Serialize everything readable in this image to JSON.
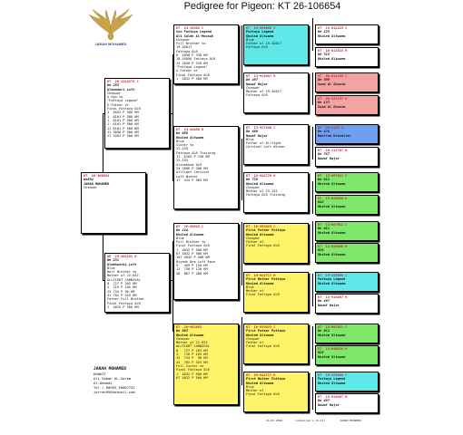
{
  "title": "Pedigree for Pigeon: KT  26-106654",
  "logo_text": "JARAH MOHAMED",
  "owner": {
    "name": "JARAH MOHAMED",
    "country": "KUWAIT",
    "address": "Ali Sabah AL-Salem",
    "city": "Al-Ahmadi",
    "phone": "Tel  / 00965_50007752",
    "email": "jarrah99@hotmail.com"
  },
  "footer": "19-03-2026        Compuclub ® [6.41]         JARAH MOHAMED",
  "boxes": [
    {
      "id": "subject",
      "color": "#ffffff",
      "lines": [
        {
          "t": "KT  26-106654",
          "c": "ring"
        },
        {
          "t": "De034",
          "c": "nm"
        },
        {
          "t": "JARAH MOHAMED",
          "c": "cap"
        },
        {
          "t": "Chequer"
        }
      ]
    },
    {
      "id": "sire",
      "color": "#ffffff",
      "lines": [
        {
          "t": "KT  20-1324373 C",
          "c": "ring"
        },
        {
          "t": "De 255",
          "c": "nm"
        },
        {
          "t": "Alkandari Loft",
          "c": "cap"
        },
        {
          "t": "Chequer"
        },
        {
          "t": "G.Son to"
        },
        {
          "t": "\"Fattaya Legend\""
        },
        {
          "t": "G.Father of"
        },
        {
          "t": "Final Fattaya OLR"
        },
        {
          "t": "1  4032 P 500 KM"
        },
        {
          "t": "1  6101 P 500 KM"
        },
        {
          "t": "1  6101 P 500 KM"
        },
        {
          "t": "1  6101 P 500 KM"
        },
        {
          "t": "11 6101 P 500 KM"
        },
        {
          "t": "11 5856 P 500 KM"
        },
        {
          "t": "27 5201 P 500 KM"
        }
      ]
    },
    {
      "id": "dam",
      "color": "#ffffff",
      "lines": [
        {
          "t": "AE  25-102231 H",
          "c": "ring"
        },
        {
          "t": "De 231",
          "c": "nm"
        },
        {
          "t": "Almehairbi Loft",
          "c": "cap"
        },
        {
          "t": "Blue"
        },
        {
          "t": "Half Brother to"
        },
        {
          "t": "Mother of 22-032"
        },
        {
          "t": "ALLFIGHT CARNIVAL"
        },
        {
          "t": "8  727 P 203 KM"
        },
        {
          "t": "3  716 P 105 KM"
        },
        {
          "t": "25 734 P 90 KM"
        },
        {
          "t": "41 702 P 325 KM"
        },
        {
          "t": "Father Full Brother"
        },
        {
          "t": "Final Fattaya OLR"
        },
        {
          "t": "1  4032 P 500 KM"
        }
      ]
    },
    {
      "id": "ss",
      "color": "#ffffff",
      "lines": [
        {
          "t": "KT  24-19303 C",
          "c": "ring"
        },
        {
          "t": "Son Fattaya Legend",
          "c": "cap"
        },
        {
          "t": "Ali Saleh Al-Mousah",
          "c": "cap"
        },
        {
          "t": "Chequer"
        },
        {
          "t": "Full Brother to"
        },
        {
          "t": "19-45017"
        },
        {
          "t": "Fattaya OLR"
        },
        {
          "t": "6  2050 P 330 KM"
        },
        {
          "t": "18-45056 Fattaya OLR"
        },
        {
          "t": "24 2050 P 220 KM"
        },
        {
          "t": "\"Fattaya Legend\""
        },
        {
          "t": "G.Father of"
        },
        {
          "t": "Final Fattaya OLR"
        },
        {
          "t": "1  4032 P 500 KM"
        }
      ]
    },
    {
      "id": "sd",
      "color": "#ffffff",
      "lines": [
        {
          "t": "KT  24-44056 H",
          "c": "ring"
        },
        {
          "t": "De 058",
          "c": "nm"
        },
        {
          "t": "Khaled Altwaem",
          "c": "cap"
        },
        {
          "t": "Blue"
        },
        {
          "t": "Sister to"
        },
        {
          "t": "22-155"
        },
        {
          "t": "Fattaya OLR Training"
        },
        {
          "t": "12  6163 P 150 KM"
        },
        {
          "t": "23-155"
        },
        {
          "t": "Alshahhed OLR"
        },
        {
          "t": "24 2096 P 200 KM"
        },
        {
          "t": "Allfight Carnival"
        },
        {
          "t": "Loft Winner"
        },
        {
          "t": "17  434 P 505 KM"
        }
      ]
    },
    {
      "id": "ds",
      "color": "#ffffff",
      "lines": [
        {
          "t": "KT  20-44825 C",
          "c": "ring"
        },
        {
          "t": "De 244",
          "c": "nm"
        },
        {
          "t": "Khaled Altwaem",
          "c": "cap"
        },
        {
          "t": "Blue"
        },
        {
          "t": "Full Brother to"
        },
        {
          "t": "Final Fattaya OLR"
        },
        {
          "t": "1  4032 P 500 KM"
        },
        {
          "t": "67 4032 P 500 KM"
        },
        {
          "t": "197 4032 P 500 KM"
        },
        {
          "t": "Riyadh One Loft Race"
        },
        {
          "t": "9   405 P 150 KM"
        },
        {
          "t": "11  730 P 120 KM"
        },
        {
          "t": "58  867 P 280 KM"
        }
      ]
    },
    {
      "id": "dd",
      "color": "#fff36a",
      "lines": [
        {
          "t": "KT  20-962883",
          "c": "ring"
        },
        {
          "t": "De 083",
          "c": "nm"
        },
        {
          "t": "Khaled Altwaem",
          "c": "cap"
        },
        {
          "t": "Chequer"
        },
        {
          "t": "Mother of 22-032"
        },
        {
          "t": "ALLFIGHT CARNIVAL"
        },
        {
          "t": "8   727 P 203 KM"
        },
        {
          "t": "3   716 P 105 KM"
        },
        {
          "t": "25  734 P  90 KM"
        },
        {
          "t": "41  702 P 325 KM"
        },
        {
          "t": "Full Sister to"
        },
        {
          "t": "Final Fattaya OLR"
        },
        {
          "t": "1  4032 P 500 KM"
        },
        {
          "t": "67 4032 P 500 KM"
        }
      ]
    },
    {
      "id": "g1",
      "color": "#5ee8e8",
      "lines": [
        {
          "t": "KT  19-996060 C",
          "c": "ring"
        },
        {
          "t": "Fattaya Legend",
          "c": "cap"
        },
        {
          "t": "Khaled Altwaem",
          "c": "cap"
        },
        {
          "t": "Blue"
        },
        {
          "t": "Father of 19-45017"
        },
        {
          "t": "Fattaya OLR"
        }
      ]
    },
    {
      "id": "g2",
      "color": "#ffffff",
      "lines": [
        {
          "t": "KT  13-919497 H",
          "c": "ring"
        },
        {
          "t": "De 497",
          "c": "nm"
        },
        {
          "t": "Nawaf Hajar",
          "c": "cap"
        },
        {
          "t": "Chequer"
        },
        {
          "t": "Mother of 19-45017"
        },
        {
          "t": "Fattaya OLR"
        }
      ]
    },
    {
      "id": "g3",
      "color": "#ffffff",
      "lines": [
        {
          "t": "KT  13-917040 C",
          "c": "ring"
        },
        {
          "t": "De 460",
          "c": "nm"
        },
        {
          "t": "Nawaf Hajar",
          "c": "cap"
        },
        {
          "t": "Blue"
        },
        {
          "t": "Father of Allfight"
        },
        {
          "t": "Carnival Loft Winner"
        }
      ]
    },
    {
      "id": "g4",
      "color": "#ffffff",
      "lines": [
        {
          "t": "KT  19-942729 H",
          "c": "ring"
        },
        {
          "t": "De 729",
          "c": "nm"
        },
        {
          "t": "Khaled Altwaem",
          "c": "cap"
        },
        {
          "t": "Chequer"
        },
        {
          "t": "Mother of 23-155"
        },
        {
          "t": "Fattaya OLR Training"
        }
      ]
    },
    {
      "id": "g5",
      "color": "#fff36a",
      "lines": [
        {
          "t": "KT  18-959925 C",
          "c": "ring"
        },
        {
          "t": "First Father Fattaya",
          "c": "cap"
        },
        {
          "t": "Khaled Altwaem",
          "c": "cap"
        },
        {
          "t": "Chequer"
        },
        {
          "t": "Father of"
        },
        {
          "t": "Final Fattaya OLR"
        }
      ]
    },
    {
      "id": "g6",
      "color": "#fff36a",
      "lines": [
        {
          "t": "KT  19-942717 H",
          "c": "ring"
        },
        {
          "t": "First Mother Fattaya",
          "c": "cap"
        },
        {
          "t": "Khaled Altwaem",
          "c": "cap"
        },
        {
          "t": "Blue"
        },
        {
          "t": "Mother of"
        },
        {
          "t": "Final Fattaya OLR"
        }
      ]
    },
    {
      "id": "g7",
      "color": "#fff36a",
      "lines": [
        {
          "t": "KT  18-959925 C",
          "c": "ring"
        },
        {
          "t": "First Father Fattaya",
          "c": "cap"
        },
        {
          "t": "Khaled Altwaem",
          "c": "cap"
        },
        {
          "t": "Chequer"
        },
        {
          "t": "Father of"
        },
        {
          "t": "Final Fattaya OLR"
        }
      ]
    },
    {
      "id": "g8",
      "color": "#fff36a",
      "lines": [
        {
          "t": "KT  19-942717 H",
          "c": "ring"
        },
        {
          "t": "First Mother Fattaya",
          "c": "cap"
        },
        {
          "t": "Khaled Altwaem",
          "c": "cap"
        },
        {
          "t": "Blue"
        },
        {
          "t": "Mother of"
        },
        {
          "t": "Final Fattaya OLR"
        }
      ]
    },
    {
      "id": "h1",
      "color": "#ffffff",
      "lines": [
        {
          "t": "KT  15-612225 C",
          "c": "ring"
        },
        {
          "t": "De 225",
          "c": "nm"
        },
        {
          "t": "Khaled Altwaem",
          "c": "cap"
        }
      ]
    },
    {
      "id": "h2",
      "color": "#ffffff",
      "lines": [
        {
          "t": "KT  16-613315 H",
          "c": "ring"
        },
        {
          "t": "De 315",
          "c": "nm"
        },
        {
          "t": "Khaled Altwaem",
          "c": "cap"
        }
      ]
    },
    {
      "id": "h3",
      "color": "#f4a3a3",
      "lines": [
        {
          "t": "KT  08-011399 C",
          "c": "ring"
        },
        {
          "t": "De 399",
          "c": "nm"
        },
        {
          "t": "Saad Al Ghanim",
          "c": "cap"
        }
      ]
    },
    {
      "id": "h4",
      "color": "#f4a3a3",
      "lines": [
        {
          "t": "KT  09-537137 H",
          "c": "ring"
        },
        {
          "t": "De 137",
          "c": "nm"
        },
        {
          "t": "Saad Al Ghanim",
          "c": "cap"
        }
      ]
    },
    {
      "id": "h5",
      "color": "#6f9ff0",
      "lines": [
        {
          "t": "DV  09-1124 C",
          "c": "ring"
        },
        {
          "t": "De 124",
          "c": "nm"
        },
        {
          "t": "Manfred Drechsler",
          "c": "cap"
        }
      ]
    },
    {
      "id": "h6",
      "color": "#ffffff",
      "lines": [
        {
          "t": "KT  10-112787 H",
          "c": "ring"
        },
        {
          "t": "De 787",
          "c": "nm"
        },
        {
          "t": "Nawaf Hajar",
          "c": "cap"
        }
      ]
    },
    {
      "id": "h7",
      "color": "#7de86a",
      "lines": [
        {
          "t": "KT  13-607611 C",
          "c": "ring"
        },
        {
          "t": "De 611",
          "c": "nm"
        },
        {
          "t": "Khaled Altwaem",
          "c": "cap"
        }
      ]
    },
    {
      "id": "h8",
      "color": "#7de86a",
      "lines": [
        {
          "t": "KT  13-646026 H",
          "c": "ring"
        },
        {
          "t": "026",
          "c": "nm"
        },
        {
          "t": "Khaled Altwaem",
          "c": "cap"
        }
      ]
    },
    {
      "id": "h9",
      "color": "#7de86a",
      "lines": [
        {
          "t": "KT  13-607611 C",
          "c": "ring"
        },
        {
          "t": "De 611",
          "c": "nm"
        },
        {
          "t": "Khaled Altwaem",
          "c": "cap"
        }
      ]
    },
    {
      "id": "h10",
      "color": "#7de86a",
      "lines": [
        {
          "t": "KT  13-646026 H",
          "c": "ring"
        },
        {
          "t": "026",
          "c": "nm"
        },
        {
          "t": "Khaled Altwaem",
          "c": "cap"
        }
      ]
    },
    {
      "id": "h11",
      "color": "#5ee8e8",
      "lines": [
        {
          "t": "KT  19-255860 C",
          "c": "ring"
        },
        {
          "t": "Fattaya Legend",
          "c": "cap"
        },
        {
          "t": "Khaled Altwaem",
          "c": "cap"
        }
      ]
    },
    {
      "id": "h12",
      "color": "#ffffff",
      "lines": [
        {
          "t": "KT  13-919497 H",
          "c": "ring"
        },
        {
          "t": "De 497",
          "c": "nm"
        },
        {
          "t": "Nawaf Hajar",
          "c": "cap"
        }
      ]
    },
    {
      "id": "h13",
      "color": "#7de86a",
      "lines": [
        {
          "t": "KT  13-607611 C",
          "c": "ring"
        },
        {
          "t": "De 611",
          "c": "nm"
        },
        {
          "t": "Khaled Altwaem",
          "c": "cap"
        }
      ]
    },
    {
      "id": "h14",
      "color": "#7de86a",
      "lines": [
        {
          "t": "KT  13-646026 H",
          "c": "ring"
        },
        {
          "t": "026",
          "c": "nm"
        },
        {
          "t": "Khaled Altwaem",
          "c": "cap"
        }
      ]
    },
    {
      "id": "h15",
      "color": "#5ee8e8",
      "lines": [
        {
          "t": "KT  19-255860 C",
          "c": "ring"
        },
        {
          "t": "Fattaya Legend",
          "c": "cap"
        },
        {
          "t": "Khaled Altwaem",
          "c": "cap"
        }
      ]
    },
    {
      "id": "h16",
      "color": "#ffffff",
      "lines": [
        {
          "t": "KT  13-919497 H",
          "c": "ring"
        },
        {
          "t": "De 497",
          "c": "nm"
        },
        {
          "t": "Nawaf Hajar",
          "c": "cap"
        }
      ]
    }
  ]
}
